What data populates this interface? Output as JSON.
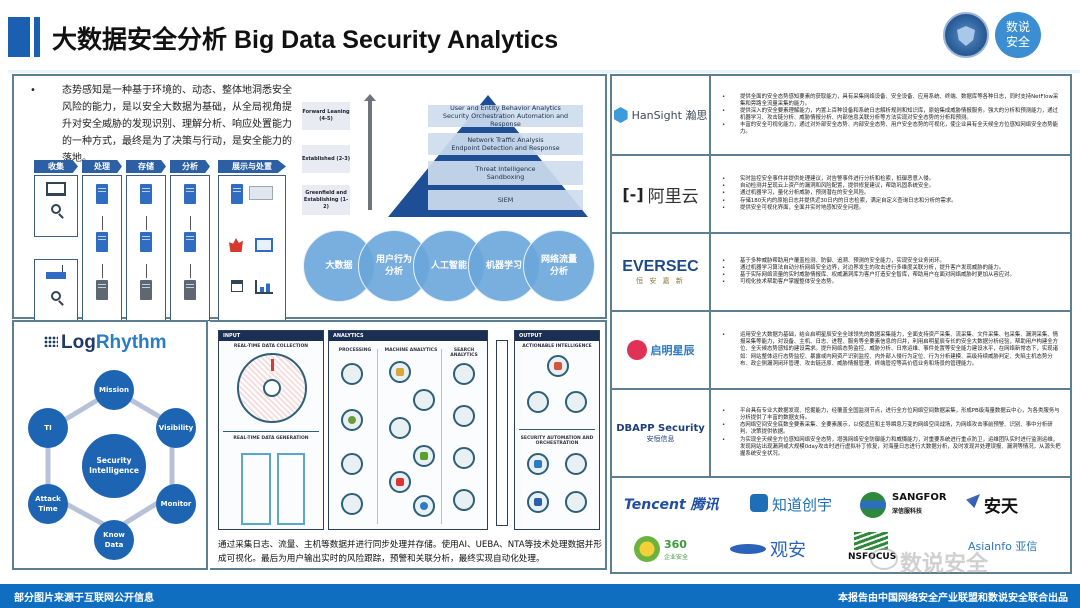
{
  "header": {
    "title": "大数据安全分析 Big Data Security Analytics",
    "badge_line1": "数说",
    "badge_line2": "安全"
  },
  "intro": {
    "bullet": "•",
    "text": "态势感知是一种基于环境的、动态、整体地洞悉安全风险的能力，是以安全大数据为基础，从全局视角提升对安全威胁的发现识别、理解分析、响应处置能力的一种方式，最终是为了决策与行动，是安全能力的落地。"
  },
  "flow": {
    "stages": [
      "收集",
      "处理",
      "存储",
      "分析",
      "展示与处置"
    ]
  },
  "maturity": {
    "levels": [
      "Forward Leaning (4-5)",
      "Established (2-3)",
      "Greenfield and Establishing (1-2)"
    ],
    "bands": [
      [
        "User and Entity Behavior Analytics",
        "Security Orchestration Automation and Response"
      ],
      [
        "Network Traffic Analysis",
        "Endpoint Detection and Response"
      ],
      [
        "Threat Intelligence",
        "Sandboxing"
      ],
      [
        "SIEM"
      ]
    ]
  },
  "techs": [
    [
      "大数据"
    ],
    [
      "用户行为",
      "分析"
    ],
    [
      "人工智能"
    ],
    [
      "机器学习"
    ],
    [
      "网络流量",
      "分析"
    ]
  ],
  "logrhythm": {
    "brand_a": "Log",
    "brand_b": "Rhythm",
    "center": [
      "Security",
      "Intelligence"
    ],
    "nodes": [
      [
        "Mission"
      ],
      [
        "Visibility"
      ],
      [
        "Monitor"
      ],
      [
        "Know",
        "Data"
      ],
      [
        "Attack",
        "Time"
      ],
      [
        "TI"
      ]
    ]
  },
  "arch": {
    "columns": [
      {
        "head": "INPUT",
        "subs": [
          "REAL-TIME DATA COLLECTION",
          "REAL-TIME DATA GENERATION"
        ]
      },
      {
        "head": "ANALYTICS",
        "subs": [
          "PROCESSING",
          "MACHINE ANALYTICS",
          "SEARCH ANALYTICS"
        ]
      },
      {
        "head": "OUTPUT",
        "subs": [
          "ACTIONABLE INTELLIGENCE",
          "SECURITY AUTOMATION AND ORCHESTRATION"
        ]
      }
    ],
    "caption": "通过采集日志、流量、主机等数据并进行同步处理并存储。使用AI、UEBA、NTA等技术处理数据并形成可视化。最后为用户输出实时的风险跟踪，预警和关联分析，最终实现自动化处理。"
  },
  "vendors": [
    {
      "name": "HanSight 瀚思",
      "bullets": [
        "提供全面的安全态势感知要素的获取能力，具有采集网络设备、安全设备、应用系统、终端、数据库等各种日志，同时支持NetFlow采集和旁路全流量采集的能力。",
        "提供深入的安全要素理解能力，内置上百种设备和系统日志解析规则和知识库，原始集成威胁情报服务。强大的分析和预测能力，通过机器学习、攻击链分析、威胁情报分析、内部信息关联分析等方法实现对安全态势的分析和预测。",
        "丰富的安全可视化能力，通过对外部安全态势、内部安全态势、用户安全态势的可视化，使企业具有全天候全方位感知网络安全态势能力。"
      ]
    },
    {
      "name": "阿里云",
      "bullets": [
        "实时监控安全事件并提供处理建议，对告警事件进行分析和检索，抵御恶意入侵。",
        "自动检测并呈现云上资产的漏洞和风险配置，提供修复建议，帮助巩固系统安全。",
        "通过机器学习，量化分析威胁，预测潜在的安全风险。",
        "存储180天内的原始日志并提供近30日内的日志检索，满足自定义查询日志和分析的需求。",
        "提供安全可视化界面，全面并实时地感知安全问题。"
      ]
    },
    {
      "name": "EVERSEC",
      "name_cn": "恒 安 嘉 新",
      "bullets": [
        "基于多种威胁帮助用户覆盖检测、防御、追溯、预测的安全能力，实现安全业务闭环。",
        "通过机器学习算法自动分析网络安全边界，对边界发生的攻击进行多维度关联分析，提升客户发现威胁的能力。",
        "基于实际网络流量的实时威胁情报库、权威漏洞库为客户打造安全智库，帮助用户在面对网络威胁时更加从容应对。",
        "可视化技术帮助客户掌握整体安全态势。"
      ]
    },
    {
      "name": "启明星辰",
      "bullets": [
        "运用安全大数据为基础，结合启明星辰安全全球领先的数据采集能力，全面支持资产采集、流采集、文件采集、包采集、漏洞采集、情报采集等能力，对设备、主机、日志、进程、服务等全要素信息的归并，利用启明星辰专长的安全大数据分析经验，帮助用户构建全方位、全天候态势感知的建设需求。提升网络态势监控、威胁分析、日常运维、事件处置等安全能力建设水平，在网络新常态下，实现诸如：网站整体运行态势监控、暴露或内网资产识别监控、内外部入侵行为定位、行为分析建模、高级持续威胁判定、失陷主机态势分布、政企侧漏洞闭环管理、攻击链还原、威胁情报管理、终端管控等高价值业务和场景的管理能力。"
      ]
    },
    {
      "name": "DBAPP Security",
      "name_cn": "安恒信息",
      "bullets": [
        "平台具有专业大数据发现、挖掘能力，经覆盖全国监测节点，进行全方位网络空间数据采集，形成PB级海量数据云中心，为各类服务与分析提供了丰富的数据支持。",
        "态网络空间安全底数全要素采集、全要素展示，以使适应和主导瞬息万变的网络空间战场，为网络攻击事前预警、识别、事中分析研判、决策提供依据。",
        "为实现全天候全方位感知网络安全态势，增强网络安全防御能力和威慑能力，对重要系统进行重点防卫，运维团队实时进行监测运维，发现网站出现漏洞或大规模0day攻击时进行虚拟补丁修复，对海量日志进行大数据分析，及时发现并处理误报、漏洞等情况，从源头把握系统安全状况。"
      ]
    }
  ],
  "partner_logos": [
    {
      "text": "Tencent 腾讯",
      "color": "#1f4ea3"
    },
    {
      "text": "知道创宇",
      "color": "#1f6fb8"
    },
    {
      "text": "SANGFOR",
      "sub": "深信服科技",
      "color": "#111111"
    },
    {
      "text": "安天",
      "color": "#111111"
    },
    {
      "text": "360",
      "sub": "企业安全",
      "color": "#3c9b3c"
    },
    {
      "text": "观安",
      "color": "#2a63b8"
    },
    {
      "text": "NSFOCUS",
      "color": "#111111"
    },
    {
      "text": "AsiaInfo 亚信",
      "color": "#2e77b8"
    }
  ],
  "watermark": "数说安全",
  "footer": {
    "left": "部分图片来源于互联网公开信息",
    "right": "本报告由中国网络安全产业联盟和数说安全联合出品"
  },
  "colors": {
    "accent": "#1a5fb0",
    "footer": "#0f6ec0",
    "panel_border": "#5e7f92"
  }
}
